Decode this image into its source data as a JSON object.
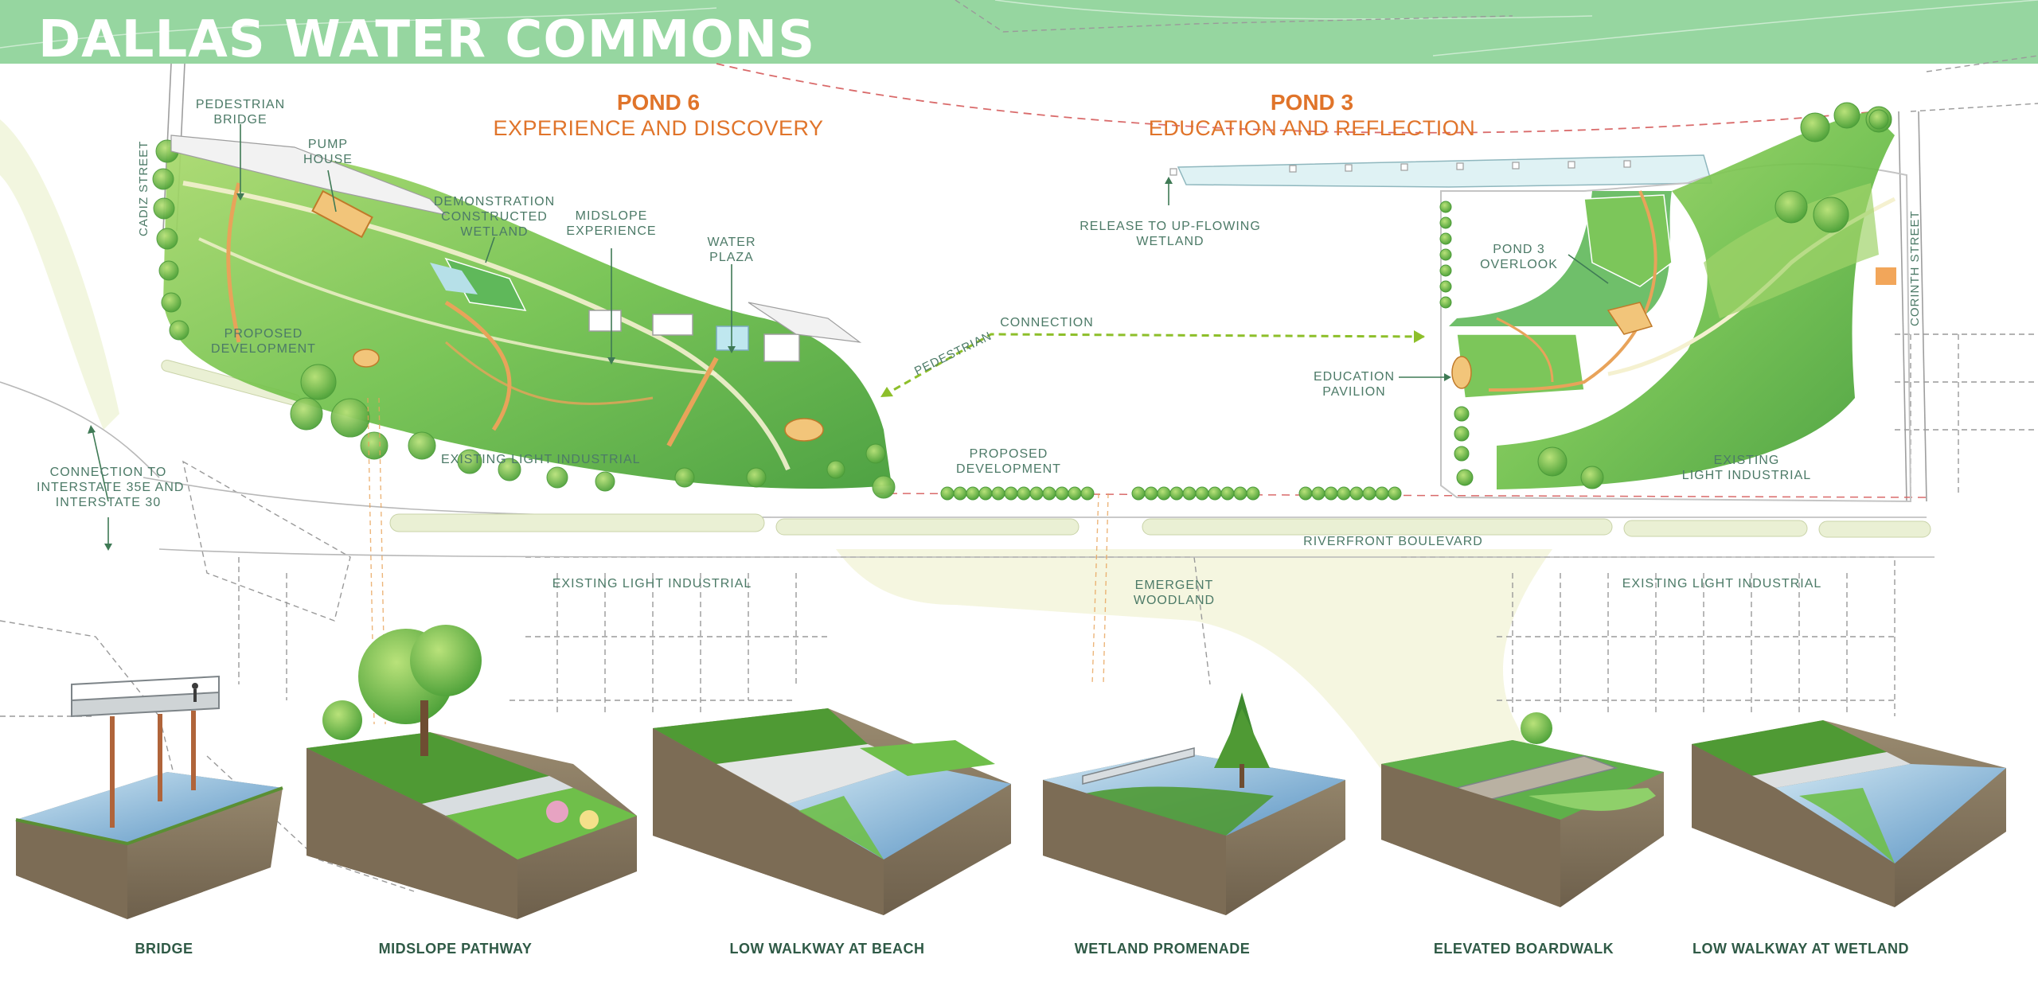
{
  "title": "DALLAS WATER COMMONS",
  "ponds": [
    {
      "name": "POND 6",
      "subtitle": "EXPERIENCE AND DISCOVERY"
    },
    {
      "name": "POND 3",
      "subtitle": "EDUCATION AND REFLECTION"
    }
  ],
  "labels": {
    "pedestrian_bridge": [
      "PEDESTRIAN",
      "BRIDGE"
    ],
    "pump_house": [
      "PUMP",
      "HOUSE"
    ],
    "demo_wetland": [
      "DEMONSTRATION",
      "CONSTRUCTED",
      "WETLAND"
    ],
    "midslope_experience": [
      "MIDSLOPE",
      "EXPERIENCE"
    ],
    "water_plaza": [
      "WATER",
      "PLAZA"
    ],
    "proposed_development_left": [
      "PROPOSED",
      "DEVELOPMENT"
    ],
    "existing_light_industrial_map": [
      "EXISTING LIGHT INDUSTRIAL"
    ],
    "connection_interstate": [
      "CONNECTION TO",
      "INTERSTATE 35E AND",
      "INTERSTATE 30"
    ],
    "release_wetland": [
      "RELEASE TO UP-FLOWING",
      "WETLAND"
    ],
    "pond3_overlook": [
      "POND 3",
      "OVERLOOK"
    ],
    "education_pavilion": [
      "EDUCATION",
      "PAVILION"
    ],
    "proposed_development_mid": [
      "PROPOSED",
      "DEVELOPMENT"
    ],
    "existing_light_industrial_right": [
      "EXISTING",
      "LIGHT INDUSTRIAL"
    ],
    "riverfront_boulevard": [
      "RIVERFRONT BOULEVARD"
    ],
    "existing_light_industrial_south_left": [
      "EXISTING LIGHT INDUSTRIAL"
    ],
    "emergent_woodland": [
      "EMERGENT",
      "WOODLAND"
    ],
    "existing_light_industrial_south_right": [
      "EXISTING LIGHT INDUSTRIAL"
    ]
  },
  "connection_words": {
    "pedestrian": "PEDESTRIAN",
    "connection": "CONNECTION"
  },
  "streets": {
    "cadiz": "CADIZ STREET",
    "corinth": "CORINTH STREET"
  },
  "vignettes": [
    {
      "caption": "BRIDGE"
    },
    {
      "caption": "MIDSLOPE PATHWAY"
    },
    {
      "caption": "LOW WALKWAY AT BEACH"
    },
    {
      "caption": "WETLAND PROMENADE"
    },
    {
      "caption": "ELEVATED BOARDWALK"
    },
    {
      "caption": "LOW WALKWAY AT WETLAND"
    }
  ],
  "colors": {
    "banner": "#96d6a0",
    "title": "#ffffff",
    "pond_heading": "#e0742a",
    "label": "#4c7a67",
    "vegetation_light": "#bfe38a",
    "vegetation": "#7cc84a",
    "vegetation_dark": "#3f9a33",
    "pedestrian_connection": "#8dbf2a",
    "property_line": "#d96a6a",
    "soil": "#8a7a62",
    "water": "#7fb3d6"
  }
}
